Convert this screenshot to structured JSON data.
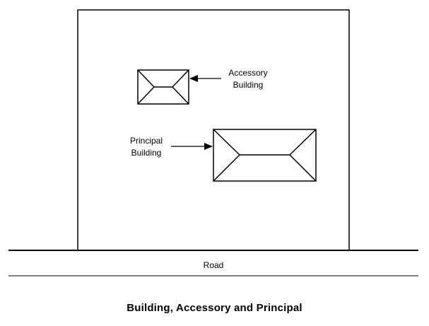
{
  "diagram": {
    "accessory_label_line1": "Accessory",
    "accessory_label_line2": "Building",
    "principal_label_line1": "Principal",
    "principal_label_line2": "Building",
    "road_label": "Road"
  },
  "caption": "Building, Accessory and Principal",
  "colors": {
    "line": "#000000",
    "background": "#ffffff"
  }
}
